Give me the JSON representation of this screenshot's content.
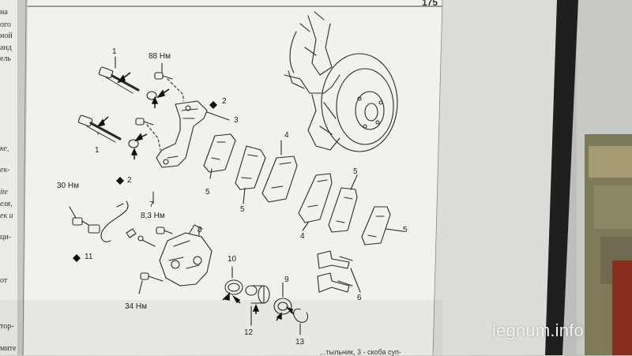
{
  "page": {
    "number": "175"
  },
  "left_column_fragments": [
    {
      "text": "на",
      "style": "up"
    },
    {
      "text": "ого",
      "style": "up"
    },
    {
      "text": "ной",
      "style": "up"
    },
    {
      "text": "анд",
      "style": "up"
    },
    {
      "text": "ель",
      "style": "up"
    },
    {
      "text": "ке,",
      "style": "it"
    },
    {
      "text": "ек-",
      "style": "it"
    },
    {
      "text": "ite",
      "style": "it"
    },
    {
      "text": "еля,",
      "style": "it"
    },
    {
      "text": "ек и",
      "style": "it"
    },
    {
      "text": "ци-",
      "style": "up"
    },
    {
      "text": "от",
      "style": "up"
    },
    {
      "text": "тор-",
      "style": "up"
    },
    {
      "text": "мите",
      "style": "up"
    }
  ],
  "diagram": {
    "torque_labels": {
      "t88": "88 Нм",
      "t30": "30 Нм",
      "t83": "8,3 Нм",
      "t34": "34 Нм"
    },
    "part_numbers": {
      "n1a": "1",
      "n1b": "1",
      "n2a": "2",
      "n2b": "2",
      "n3": "3",
      "n4a": "4",
      "n4b": "4",
      "n5a": "5",
      "n5b": "5",
      "n5c": "5",
      "n5d": "5",
      "n6": "6",
      "n7": "7",
      "n8": "8",
      "n9": "9",
      "n10": "10",
      "n11": "11",
      "n12": "12",
      "n13": "13"
    }
  },
  "caption": "...тыльник, 3 - скоба суп-",
  "watermark": "legnum.info",
  "colors": {
    "paper": "#f3f3f0",
    "ink": "#2a2a2a",
    "screen_bezel": "#222222",
    "background": "#cfcfca"
  }
}
